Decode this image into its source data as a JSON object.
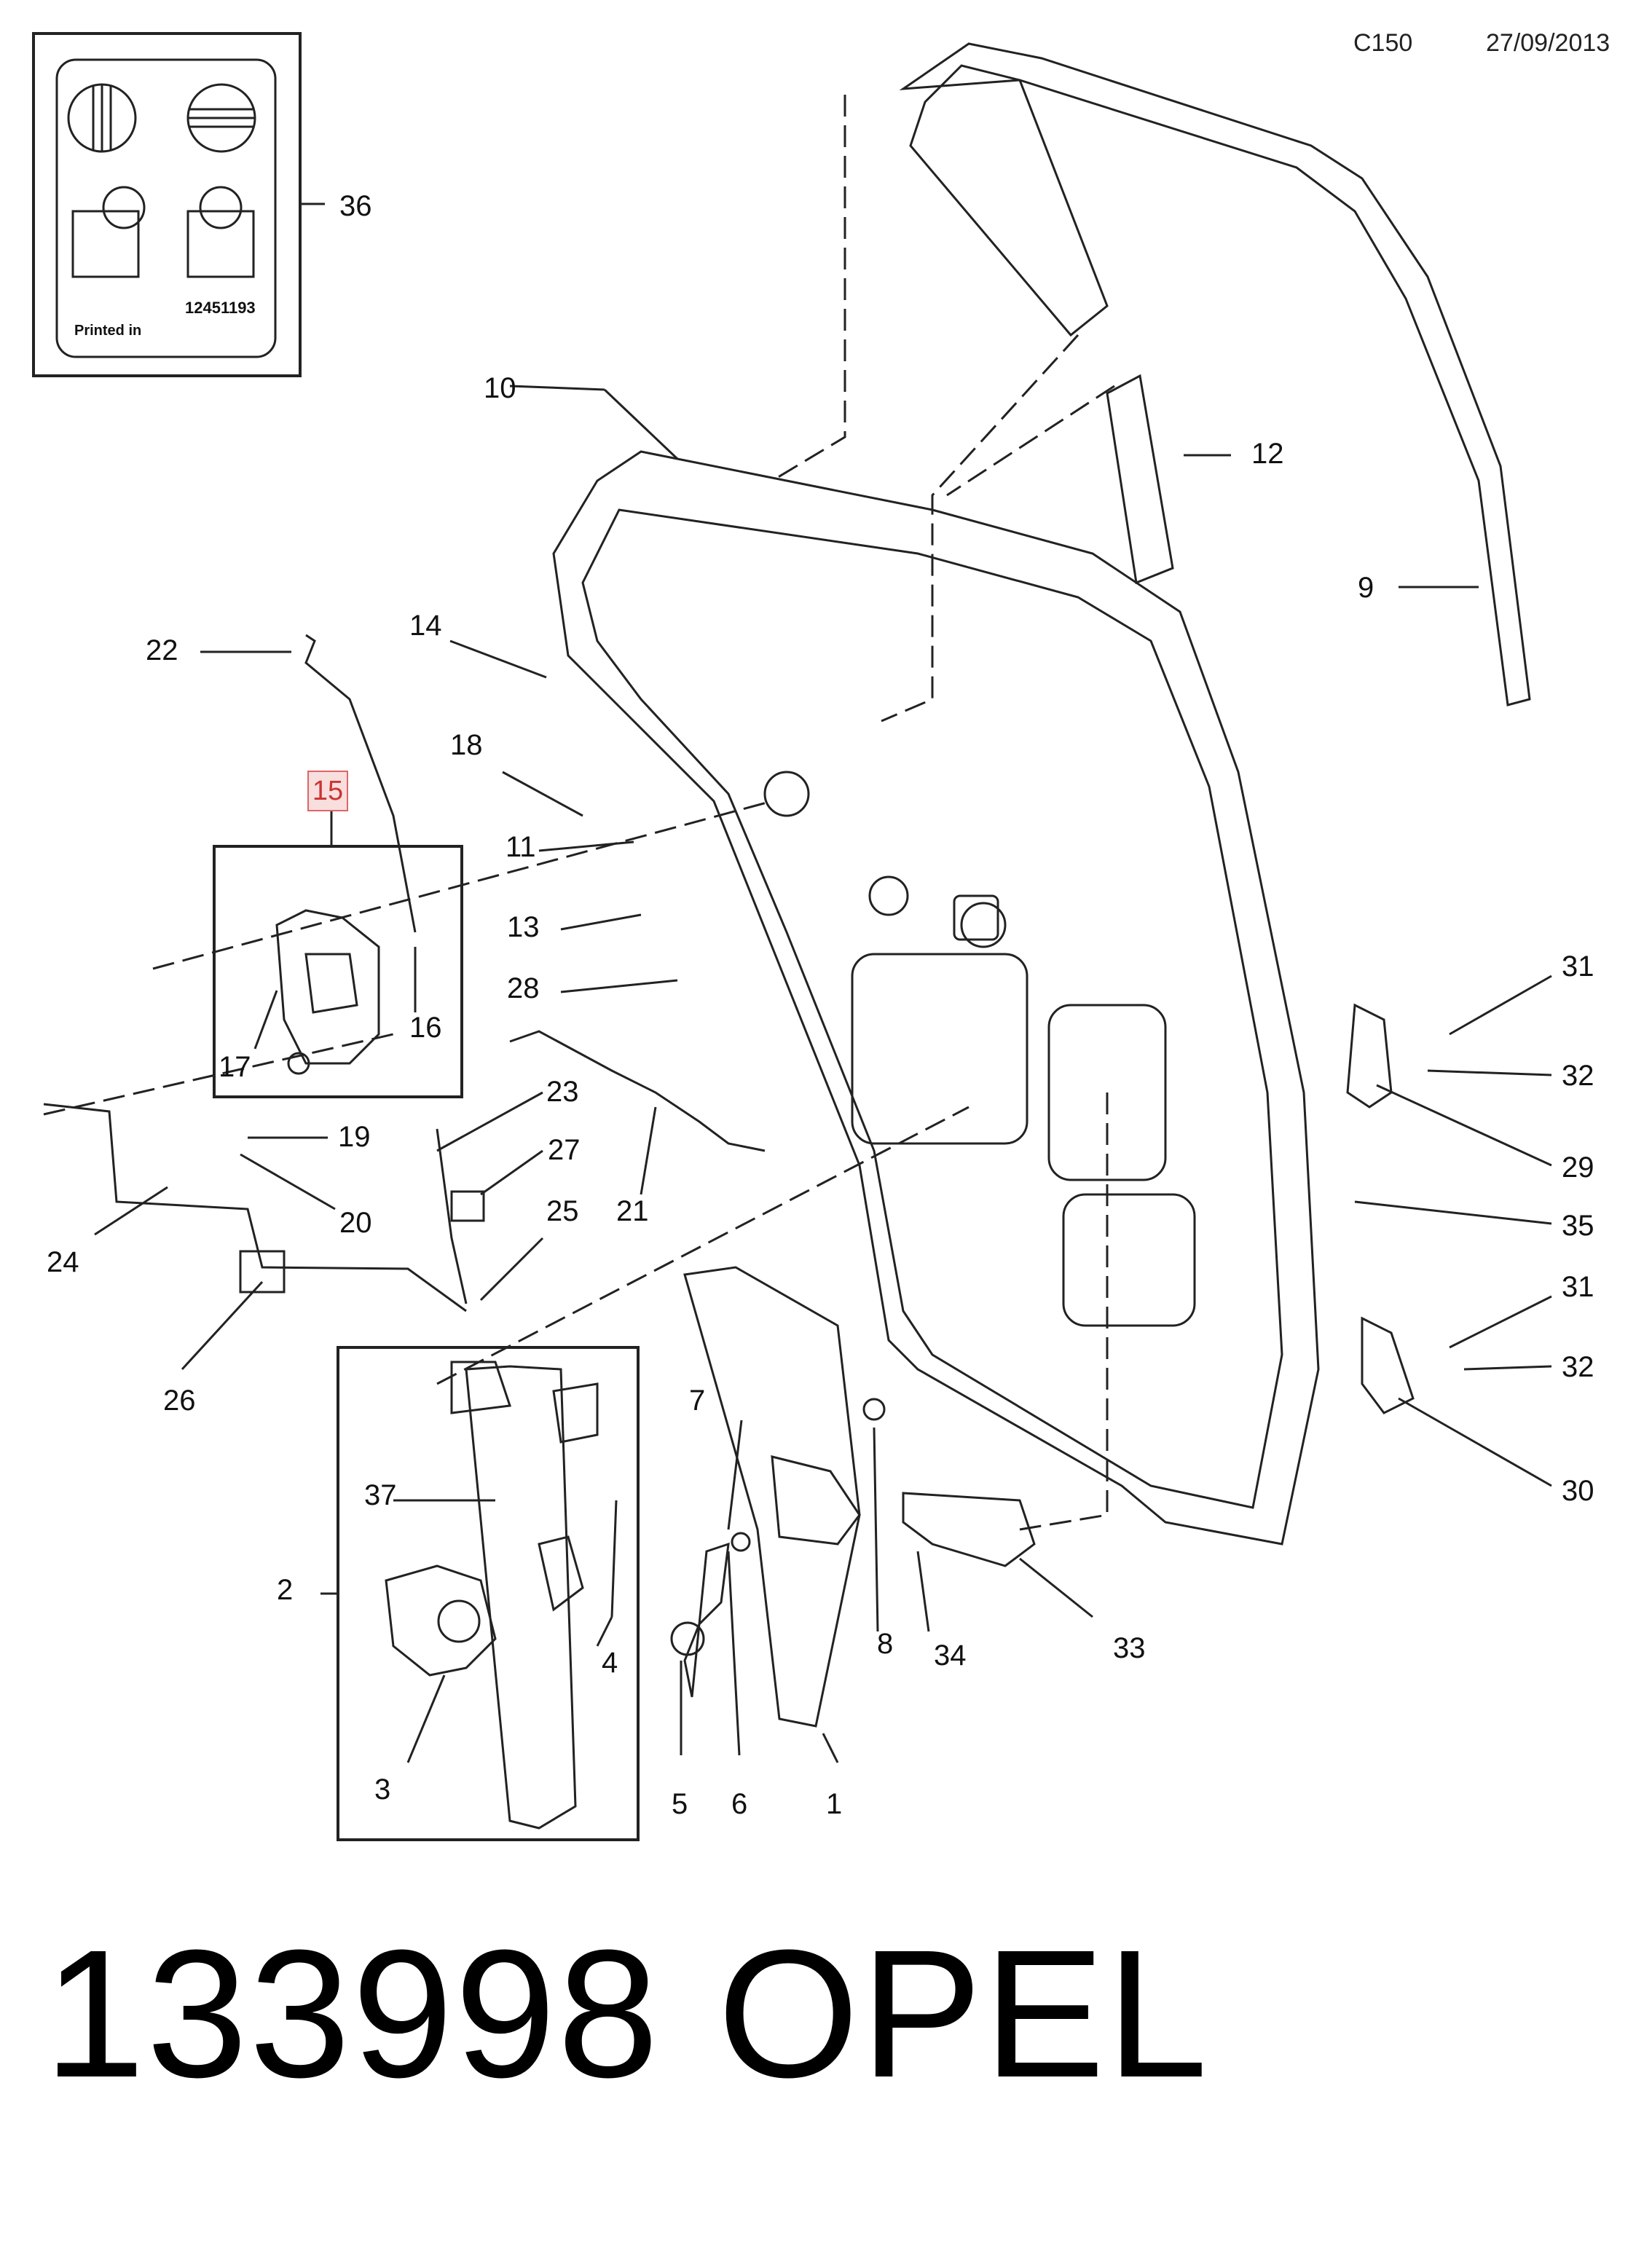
{
  "header": {
    "code": "C150",
    "date": "27/09/2013"
  },
  "footer": {
    "catalog_number": "133998",
    "brand": "OPEL"
  },
  "label_card": {
    "printed_text": "Printed in",
    "part_number": "12451193"
  },
  "highlighted_part": "15",
  "callouts": {
    "c1": "1",
    "c2": "2",
    "c3": "3",
    "c4": "4",
    "c5": "5",
    "c6": "6",
    "c7": "7",
    "c8": "8",
    "c9": "9",
    "c10": "10",
    "c11": "11",
    "c12": "12",
    "c13": "13",
    "c14": "14",
    "c16": "16",
    "c17": "17",
    "c18": "18",
    "c19": "19",
    "c20": "20",
    "c21": "21",
    "c22": "22",
    "c23": "23",
    "c24": "24",
    "c25": "25",
    "c26": "26",
    "c27": "27",
    "c28": "28",
    "c29": "29",
    "c30": "30",
    "c31a": "31",
    "c31b": "31",
    "c32a": "32",
    "c32b": "32",
    "c33": "33",
    "c34": "34",
    "c35": "35",
    "c36": "36",
    "c37": "37"
  },
  "colors": {
    "line": "#222222",
    "highlight_fill": "#f9dede",
    "highlight_border": "#dd6666"
  }
}
